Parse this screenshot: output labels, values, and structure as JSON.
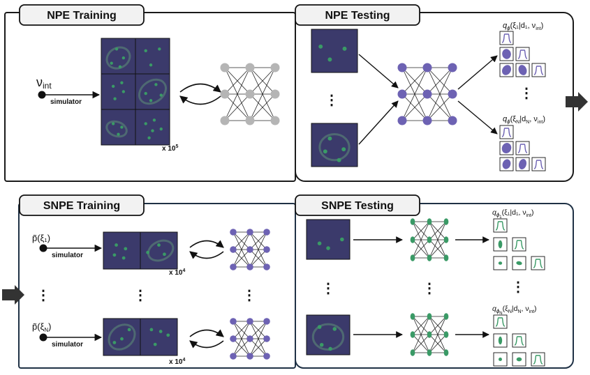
{
  "npe_training": {
    "title": "NPE Training",
    "input_symbol": "ν",
    "input_sub": "int",
    "arrow_label": "simulator",
    "count_base": "x 10",
    "count_exp": "5"
  },
  "npe_testing": {
    "title": "NPE Testing",
    "posterior_first": "q",
    "posterior_first_sub": "ϕ",
    "posterior_first_args": "(ξ₁|d₁, ν",
    "posterior_first_args_sub": "int",
    "posterior_first_close": ")",
    "posterior_last": "q",
    "posterior_last_sub": "ϕ",
    "posterior_last_args": "(ξ",
    "posterior_last_args_xisub": "N",
    "posterior_last_args_mid": "|d",
    "posterior_last_args_dsub": "N",
    "posterior_last_args_end": ", ν",
    "posterior_last_args_sub": "int",
    "posterior_last_close": ")",
    "ellipsis": "⋮"
  },
  "snpe_training": {
    "title": "SNPE Training",
    "prior_first": "p̃(ξ₁)",
    "prior_last_base": "p̃(ξ",
    "prior_last_sub": "N",
    "prior_last_close": ")",
    "arrow_label": "simulator",
    "count_base": "x 10",
    "count_exp": "4",
    "ellipsis": "⋮"
  },
  "snpe_testing": {
    "title": "SNPE Testing",
    "posterior_first": "q",
    "posterior_first_sub": "ϕ",
    "posterior_first_subsub": "1",
    "posterior_first_args": "(ξ₁|d₁, ν",
    "posterior_first_args_sub": "int",
    "posterior_first_close": ")",
    "posterior_last": "q",
    "posterior_last_sub": "ϕ",
    "posterior_last_subsub": "N",
    "posterior_last_args": "(ξ",
    "posterior_last_args_xisub": "N",
    "posterior_last_args_mid": "|d",
    "posterior_last_args_dsub": "N",
    "posterior_last_args_end": ", ν",
    "posterior_last_args_sub": "int",
    "posterior_last_close": ")",
    "ellipsis": "⋮"
  },
  "colors": {
    "panel_fill": "#3b3a6b",
    "dot_green": "#3a9a66",
    "node_gray": "#b5b5b5",
    "node_purple": "#6d62b3",
    "node_green": "#3a9a66",
    "border_dark": "#1a1a1a",
    "border_navy": "#1f3145"
  }
}
